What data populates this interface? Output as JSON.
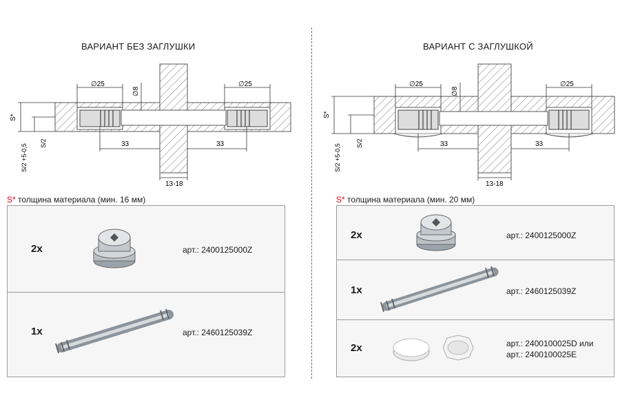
{
  "left": {
    "title": "ВАРИАНТ БЕЗ ЗАГЛУШКИ",
    "dims": {
      "d25a": "∅25",
      "d25b": "∅25",
      "d8": "∅8",
      "s": "S*",
      "s2": "S/2",
      "s2tol": "S/2 +5-0,5",
      "a33": "33",
      "b33": "33",
      "range": "13-18"
    },
    "caption_s": "S*",
    "caption": " толщина материала  (мин. 16 мм)",
    "items": [
      {
        "qty": "2x",
        "art": "арт.: 2400125000Z",
        "icon": "cam-fitting-icon"
      },
      {
        "qty": "1x",
        "art": "арт.: 2460125039Z",
        "icon": "connecting-bolt-icon"
      }
    ]
  },
  "right": {
    "title": "ВАРИАНТ С ЗАГЛУШКОЙ",
    "dims": {
      "d25a": "∅25",
      "d25b": "∅25",
      "d8": "∅8",
      "s": "S*",
      "s2": "S/2",
      "s2tol": "S/2 +5-0,5",
      "a33": "33",
      "b33": "33",
      "range": "13-18"
    },
    "caption_s": "S*",
    "caption": " толщина материала  (мин. 20 мм)",
    "items": [
      {
        "qty": "2x",
        "art": "арт.: 2400125000Z",
        "icon": "cam-fitting-icon"
      },
      {
        "qty": "1x",
        "art": "арт.: 2460125039Z",
        "icon": "connecting-bolt-icon"
      },
      {
        "qty": "2x",
        "art": "арт.: 2400100025D или",
        "art2": "арт.: 2400100025E",
        "icon": "cover-cap-icon"
      }
    ]
  },
  "colors": {
    "accent": "#e2001a",
    "panel": "#f6f6f6",
    "border": "#9a9a9a"
  }
}
